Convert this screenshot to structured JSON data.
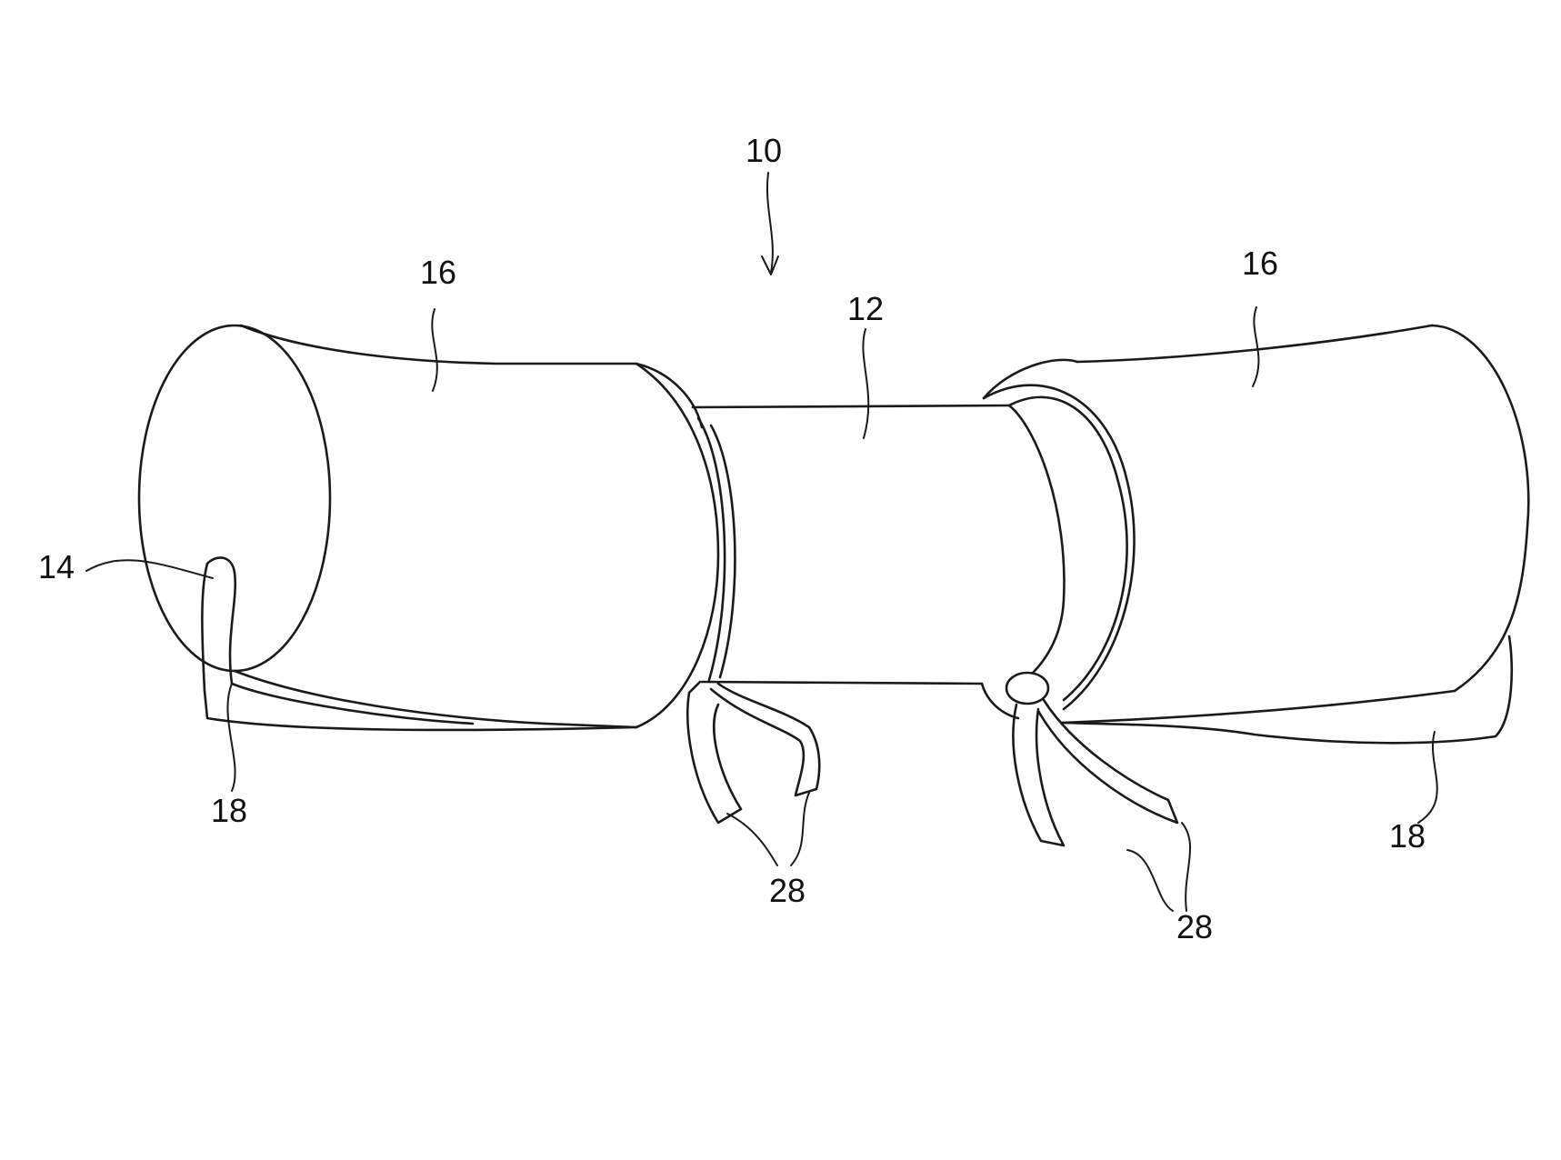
{
  "figure": {
    "labels": {
      "device": "10",
      "center_sleeve": "12",
      "opening": "14",
      "left_cushion": "16",
      "right_cushion": "16",
      "left_strap": "18",
      "right_strap": "18",
      "left_ties": "28",
      "right_ties": "28"
    },
    "colors": {
      "line": "#1a1a1a",
      "background": "#ffffff"
    }
  }
}
